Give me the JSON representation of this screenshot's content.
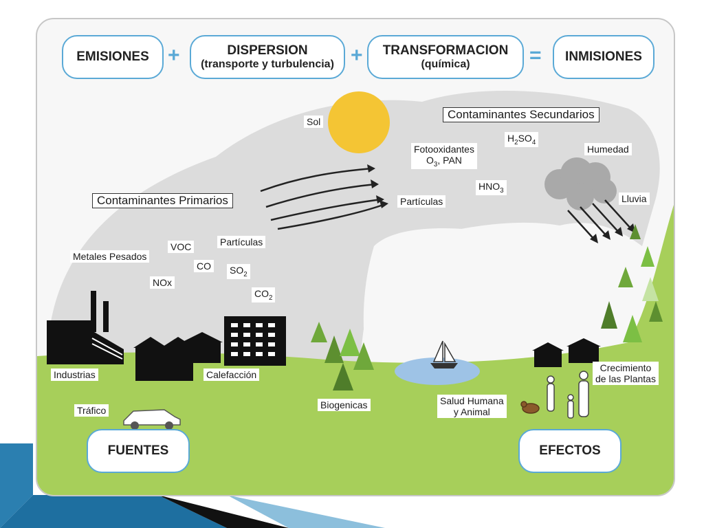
{
  "equation": {
    "term1": "EMISIONES",
    "plus1": "+",
    "term2_line1": "DISPERSION",
    "term2_line2": "(transporte y turbulencia)",
    "plus2": "+",
    "term3_line1": "TRANSFORMACION",
    "term3_line2": "(química)",
    "equals": "=",
    "term4": "INMISIONES"
  },
  "sky": {
    "sun_label": "Sol",
    "primary_title": "Contaminantes Primarios",
    "secondary_title": "Contaminantes Secundarios",
    "humidity": "Humedad",
    "rain": "Lluvia"
  },
  "primary_pollutants": {
    "heavy_metals": "Metales Pesados",
    "voc": "VOC",
    "particles": "Partículas",
    "co": "CO",
    "nox": "NOx",
    "so2_main": "SO",
    "so2_sub": "2",
    "co2_main": "CO",
    "co2_sub": "2"
  },
  "secondary_pollutants": {
    "h2so4_a": "H",
    "h2so4_b": "2",
    "h2so4_c": "SO",
    "h2so4_d": "4",
    "photo_line1": "Fotooxidantes",
    "photo_o": "O",
    "photo_sub": "3",
    "photo_pan": ", PAN",
    "hno3_main": "HNO",
    "hno3_sub": "3",
    "particles": "Partículas"
  },
  "ground": {
    "industries": "Industrias",
    "heating": "Calefacción",
    "traffic": "Tráfico",
    "biogenic": "Biogenicas",
    "health_line1": "Salud Humana",
    "health_line2": "y Animal",
    "growth_line1": "Crecimiento",
    "growth_line2": "de las Plantas"
  },
  "bottom": {
    "sources": "FUENTES",
    "effects": "EFECTOS"
  },
  "colors": {
    "accent": "#5aa9d6",
    "sun": "#f4c534",
    "ground": "#a7cf5a",
    "cloud": "#dcdcdc",
    "water": "#9ec3e6",
    "tree": "#6fa83b"
  }
}
